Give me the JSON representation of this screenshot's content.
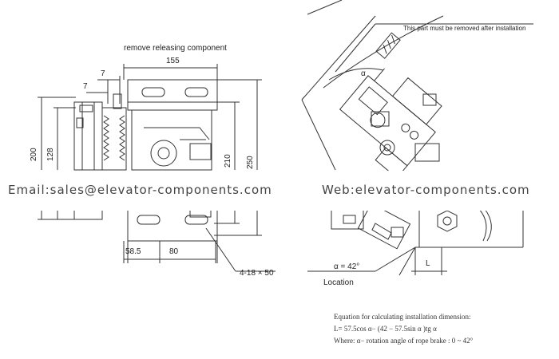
{
  "colors": {
    "line": "#333333",
    "background": "#ffffff",
    "watermark_text": "#444444"
  },
  "left_view": {
    "title": "remove releasing component",
    "dims": {
      "width_top": "155",
      "offset_a": "7",
      "offset_b": "7",
      "height_outer": "200",
      "height_inner": "128",
      "height_mid": "210",
      "height_right": "250",
      "bottom_left": "58.5",
      "bottom_right": "80",
      "holes": "4-18 × 50"
    }
  },
  "right_view": {
    "note": "This part must be removed after installation",
    "alpha_symbol": "α",
    "alpha_value": "α = 42°",
    "l_label": "L",
    "location": "Location",
    "equation_title": "Equation for calculating installation dimension:",
    "equation": "L= 57.5cos α− (42 − 57.5sin α )tg α",
    "where": "Where: α− rotation angle of rope brake : 0 ~ 42°"
  },
  "watermark": {
    "email": "Email:sales@elevator-components.com",
    "web": "Web:elevator-components.com"
  }
}
